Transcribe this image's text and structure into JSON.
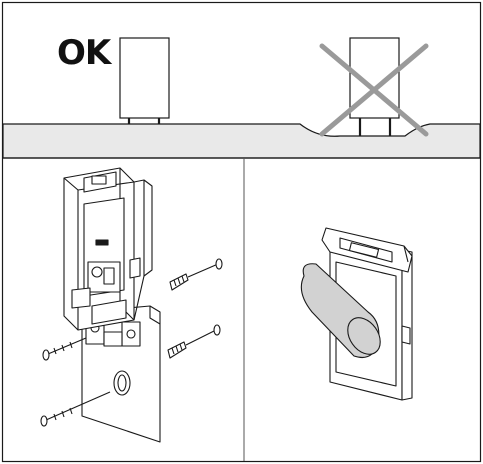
{
  "top_panel": {
    "ok_text": "OK"
  },
  "colors": {
    "line": "#1a1a1a",
    "ground": "#e9e9e9",
    "cross": "#9a9a9a",
    "hand": "#d2d2d2",
    "divider": "#555555"
  },
  "icons": [
    "unit-level-surface",
    "unit-uneven-surface",
    "cross-icon",
    "wall-mount-exploded",
    "hand-insert-unit"
  ]
}
